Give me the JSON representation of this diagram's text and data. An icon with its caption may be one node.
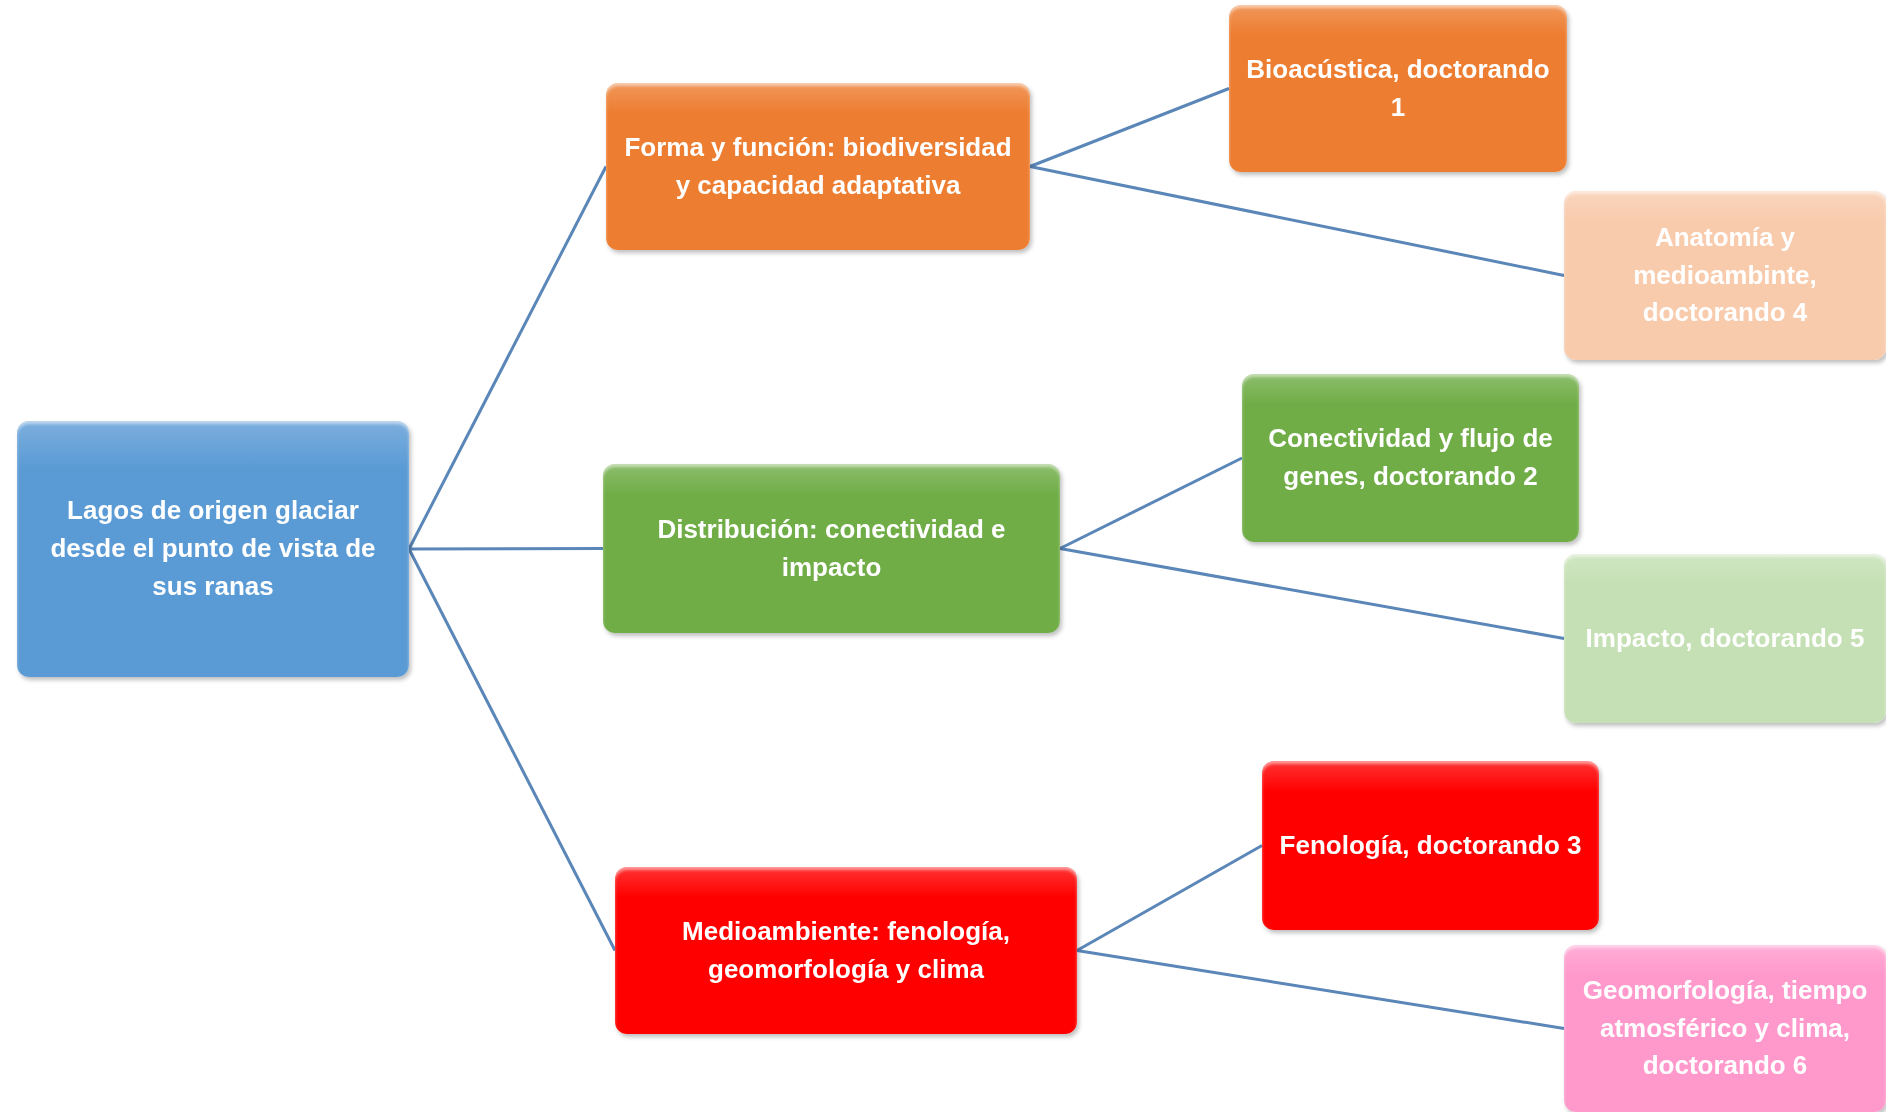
{
  "diagram": {
    "nodes": [
      {
        "text": [
          "Lagos de origen glaciar desde el punto de vista de sus ranas"
        ]
      },
      {
        "text": [
          "Forma y función: biodiversidad y capacidad adaptativa"
        ]
      },
      {
        "text": [
          "Distribución: conectividad e impacto"
        ]
      },
      {
        "text": [
          "Medioambiente: fenología, geomorfología y clima"
        ]
      },
      {
        "text": [
          "Bioacústica, doctorando 1"
        ]
      },
      {
        "text": [
          "Anatomía y medioambinte, doctorando 4"
        ]
      },
      {
        "text": [
          "Conectividad y flujo de genes, doctorando 2"
        ]
      },
      {
        "text": [
          "Impacto, doctorando 5"
        ]
      },
      {
        "text": [
          "Fenología, doctorando 3"
        ]
      },
      {
        "text": [
          "Geomorfología, tiempo atmosférico y clima, doctorando 6"
        ]
      }
    ],
    "edges": [
      {
        "from": 0,
        "to": 1,
        "arrow": "none"
      },
      {
        "from": 0,
        "to": 2,
        "arrow": "none"
      },
      {
        "from": 0,
        "to": 3,
        "arrow": "none"
      },
      {
        "from": 1,
        "to": 4,
        "arrow": "none"
      },
      {
        "from": 1,
        "to": 5,
        "arrow": "none"
      },
      {
        "from": 2,
        "to": 6,
        "arrow": "none"
      },
      {
        "from": 2,
        "to": 7,
        "arrow": "none"
      },
      {
        "from": 3,
        "to": 8,
        "arrow": "none"
      },
      {
        "from": 3,
        "to": 9,
        "arrow": "none"
      }
    ]
  }
}
